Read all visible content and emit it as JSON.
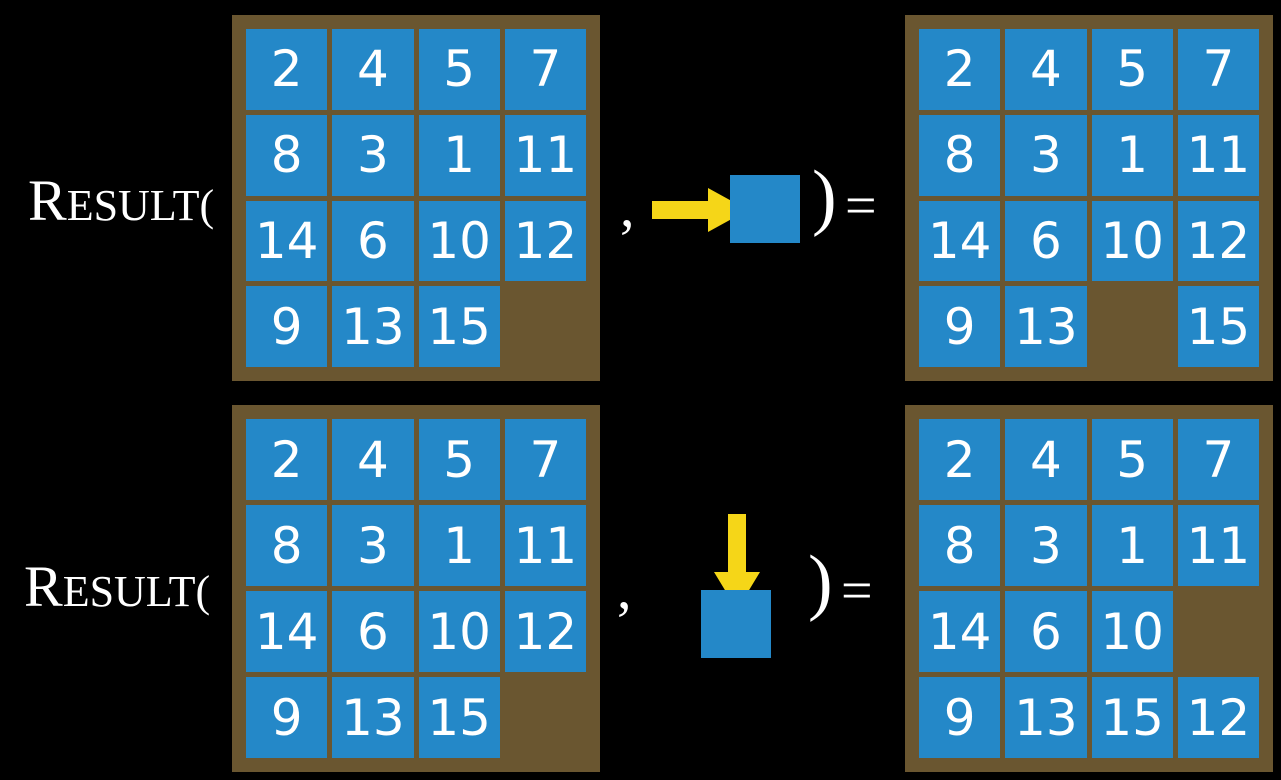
{
  "page": {
    "background_color": "#000000",
    "title_text": "RESULT",
    "colors": {
      "tile": "#2488c8",
      "board": "#6a5630",
      "tile_text": "#ffffff",
      "arrow": "#f5d618",
      "text": "#ffffff",
      "background": "#000000"
    }
  },
  "glyphs": {
    "result_first_letter": "R",
    "result_rest": "ESULT(",
    "comma": ",",
    "paren_close": ")",
    "equals": "="
  },
  "rows": [
    {
      "id": "row-1",
      "label": "RESULT(",
      "move": {
        "direction": "right",
        "arrow_icon": "arrow-right-icon",
        "square_icon": "blank-tile-icon"
      },
      "input_board": {
        "name": "board-a",
        "rows": 4,
        "cols": 4,
        "cells": [
          [
            "2",
            "4",
            "5",
            "7"
          ],
          [
            "8",
            "3",
            "1",
            "11"
          ],
          [
            "14",
            "6",
            "10",
            "12"
          ],
          [
            "9",
            "13",
            "15",
            ""
          ]
        ]
      },
      "output_board": {
        "name": "board-b",
        "rows": 4,
        "cols": 4,
        "cells": [
          [
            "2",
            "4",
            "5",
            "7"
          ],
          [
            "8",
            "3",
            "1",
            "11"
          ],
          [
            "14",
            "6",
            "10",
            "12"
          ],
          [
            "9",
            "13",
            "",
            "15"
          ]
        ]
      }
    },
    {
      "id": "row-2",
      "label": "RESULT(",
      "move": {
        "direction": "down",
        "arrow_icon": "arrow-down-icon",
        "square_icon": "blank-tile-icon"
      },
      "input_board": {
        "name": "board-c",
        "rows": 4,
        "cols": 4,
        "cells": [
          [
            "2",
            "4",
            "5",
            "7"
          ],
          [
            "8",
            "3",
            "1",
            "11"
          ],
          [
            "14",
            "6",
            "10",
            "12"
          ],
          [
            "9",
            "13",
            "15",
            ""
          ]
        ]
      },
      "output_board": {
        "name": "board-d",
        "rows": 4,
        "cols": 4,
        "cells": [
          [
            "2",
            "4",
            "5",
            "7"
          ],
          [
            "8",
            "3",
            "1",
            "11"
          ],
          [
            "14",
            "6",
            "10",
            ""
          ],
          [
            "9",
            "13",
            "15",
            "12"
          ]
        ]
      }
    }
  ]
}
